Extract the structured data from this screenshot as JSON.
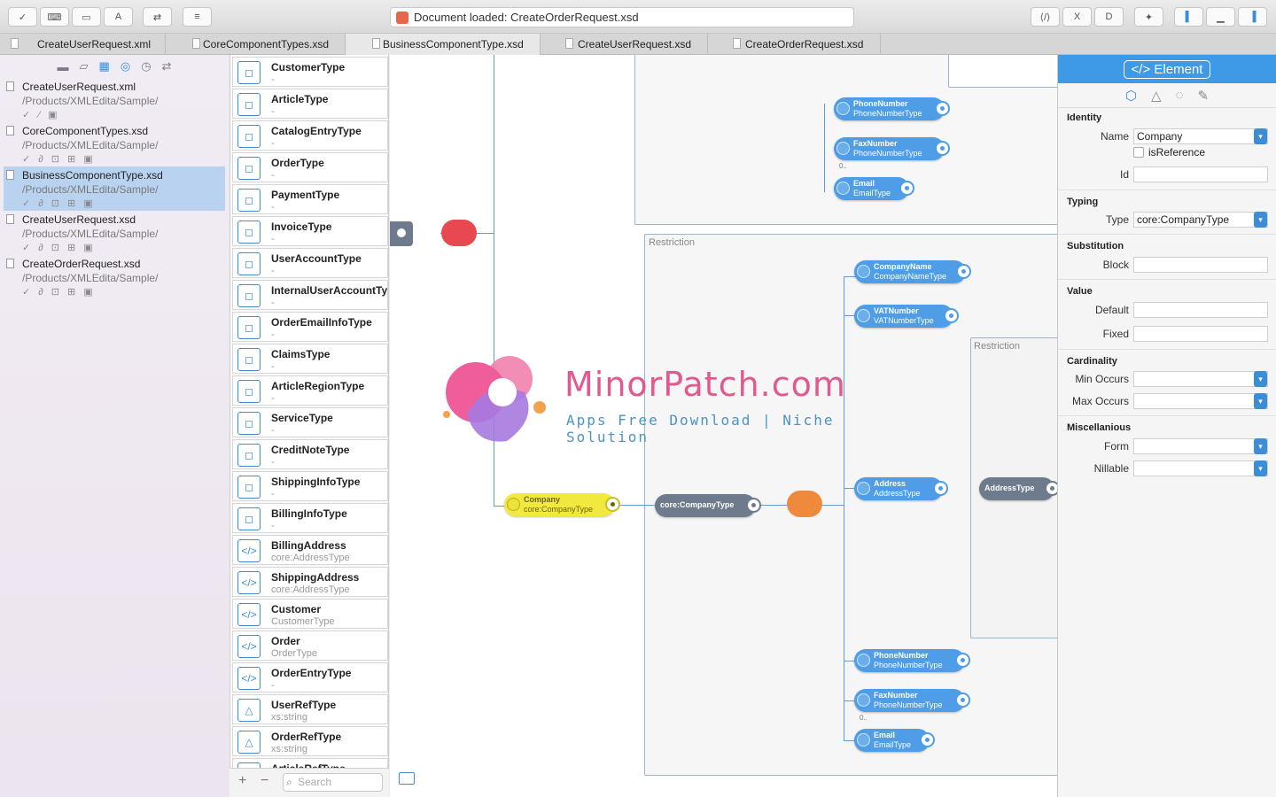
{
  "toolbar": {
    "status": "Document loaded: CreateOrderRequest.xsd"
  },
  "tabs": [
    "CreateUserRequest.xml",
    "CoreComponentTypes.xsd",
    "BusinessComponentType.xsd",
    "CreateUserRequest.xsd",
    "CreateOrderRequest.xsd"
  ],
  "files": [
    {
      "name": "CreateUserRequest.xml",
      "path": "/Products/XMLEdita/Sample/"
    },
    {
      "name": "CoreComponentTypes.xsd",
      "path": "/Products/XMLEdita/Sample/"
    },
    {
      "name": "BusinessComponentType.xsd",
      "path": "/Products/XMLEdita/Sample/"
    },
    {
      "name": "CreateUserRequest.xsd",
      "path": "/Products/XMLEdita/Sample/"
    },
    {
      "name": "CreateOrderRequest.xsd",
      "path": "/Products/XMLEdita/Sample/"
    }
  ],
  "types": [
    {
      "name": "CustomerType",
      "sub": "-"
    },
    {
      "name": "ArticleType",
      "sub": "-"
    },
    {
      "name": "CatalogEntryType",
      "sub": "-"
    },
    {
      "name": "OrderType",
      "sub": "-"
    },
    {
      "name": "PaymentType",
      "sub": "-"
    },
    {
      "name": "InvoiceType",
      "sub": "-"
    },
    {
      "name": "UserAccountType",
      "sub": "-"
    },
    {
      "name": "InternalUserAccountTy|",
      "sub": "-"
    },
    {
      "name": "OrderEmailInfoType",
      "sub": "-"
    },
    {
      "name": "ClaimsType",
      "sub": "-"
    },
    {
      "name": "ArticleRegionType",
      "sub": "-"
    },
    {
      "name": "ServiceType",
      "sub": "-"
    },
    {
      "name": "CreditNoteType",
      "sub": "-"
    },
    {
      "name": "ShippingInfoType",
      "sub": "-"
    },
    {
      "name": "BillingInfoType",
      "sub": "-"
    },
    {
      "name": "BillingAddress",
      "sub": "core:AddressType"
    },
    {
      "name": "ShippingAddress",
      "sub": "core:AddressType"
    },
    {
      "name": "Customer",
      "sub": "CustomerType"
    },
    {
      "name": "Order",
      "sub": "OrderType"
    },
    {
      "name": "OrderEntryType",
      "sub": "-"
    },
    {
      "name": "UserRefType",
      "sub": "xs:string"
    },
    {
      "name": "OrderRefType",
      "sub": "xs:string"
    },
    {
      "name": "ArticleRefType",
      "sub": ""
    }
  ],
  "search": {
    "placeholder": "Search"
  },
  "canvas": {
    "restriction1": "Restriction",
    "restriction2": "Restriction",
    "occurs": "0..",
    "nodes": {
      "phone1": {
        "name": "PhoneNumber",
        "type": "PhoneNumberType"
      },
      "fax1": {
        "name": "FaxNumber",
        "type": "PhoneNumberType"
      },
      "email1": {
        "name": "Email",
        "type": "EmailType"
      },
      "company": {
        "name": "Company",
        "type": "core:CompanyType"
      },
      "companyType": {
        "name": "core:CompanyType"
      },
      "companyName": {
        "name": "CompanyName",
        "type": "CompanyNameType"
      },
      "vat": {
        "name": "VATNumber",
        "type": "VATNumberType"
      },
      "address": {
        "name": "Address",
        "type": "AddressType"
      },
      "addressType": {
        "name": "AddressType"
      },
      "phone2": {
        "name": "PhoneNumber",
        "type": "PhoneNumberType"
      },
      "fax2": {
        "name": "FaxNumber",
        "type": "PhoneNumberType"
      },
      "email2": {
        "name": "Email",
        "type": "EmailType"
      }
    }
  },
  "watermark": {
    "title": "MinorPatch.com",
    "subtitle": "Apps Free Download | Niche Solution"
  },
  "inspector": {
    "header": "</> Element",
    "identity": "Identity",
    "name_label": "Name",
    "name_value": "Company",
    "isref_label": "isReference",
    "id_label": "Id",
    "typing": "Typing",
    "type_label": "Type",
    "type_value": "core:CompanyType",
    "substitution": "Substitution",
    "block_label": "Block",
    "value": "Value",
    "default_label": "Default",
    "fixed_label": "Fixed",
    "cardinality": "Cardinality",
    "min_label": "Min Occurs",
    "max_label": "Max Occurs",
    "misc": "Miscellanious",
    "form_label": "Form",
    "nillable_label": "Nillable"
  },
  "colors": {
    "accent": "#3e99e6",
    "node": "#4e9de6",
    "selected_node": "#f1e93e",
    "sidebar_selection": "#b9d2ef"
  }
}
